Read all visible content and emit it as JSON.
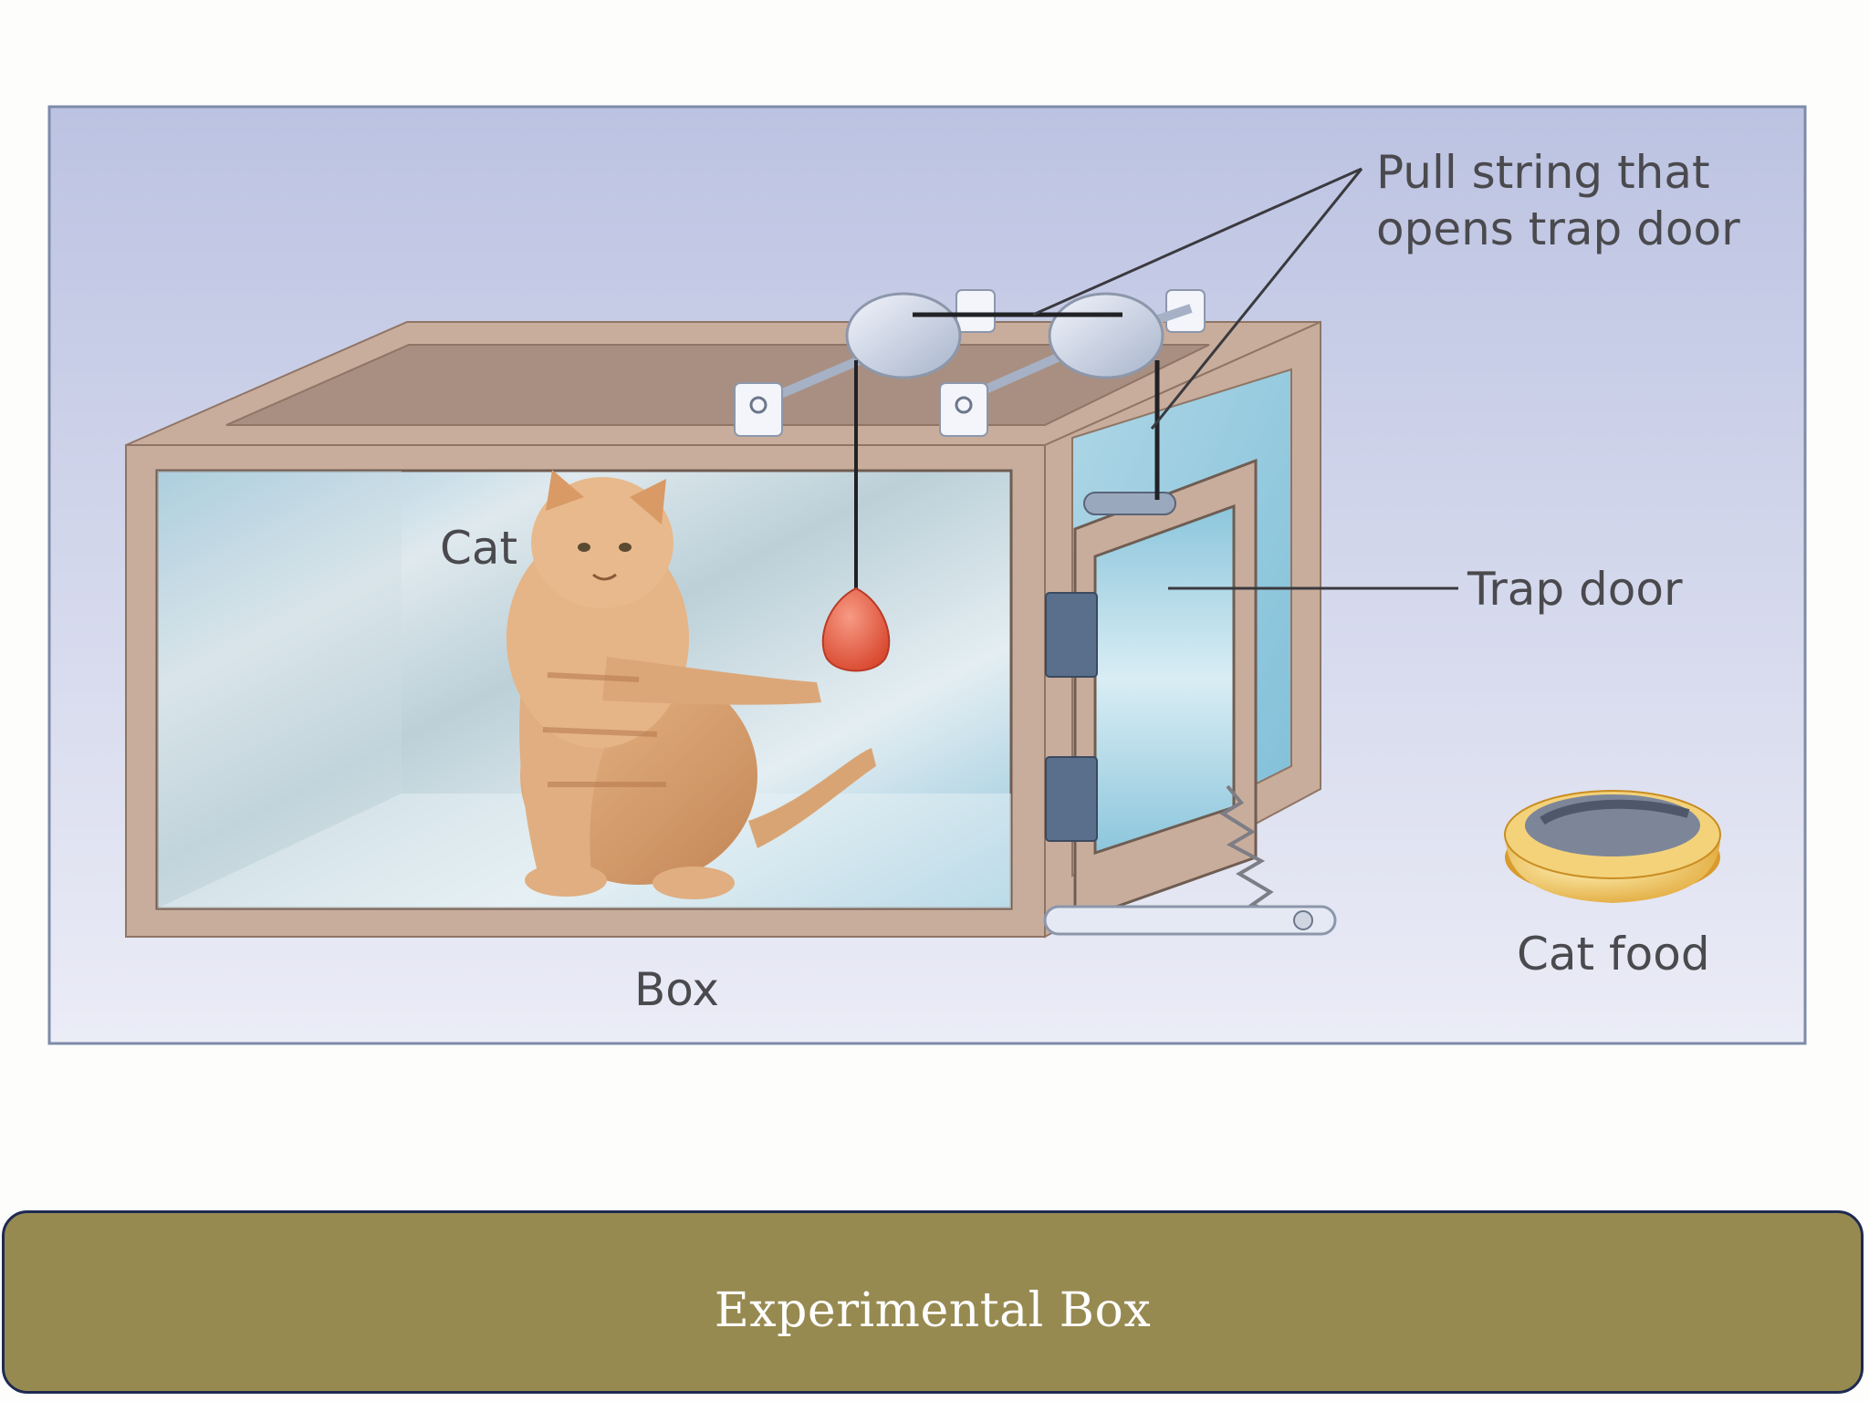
{
  "labels": {
    "pull_string_line1": "Pull string that",
    "pull_string_line2": "opens trap door",
    "trap_door": "Trap door",
    "cat": "Cat",
    "cat_food": "Cat food",
    "box": "Box"
  },
  "caption": "Experimental Box",
  "colors": {
    "panel_background": "#c4cbe6",
    "box_wood": "#c9ad9c",
    "caption_bar": "#978a51",
    "caption_border": "#1e2a52",
    "weight": "#e8604a"
  }
}
